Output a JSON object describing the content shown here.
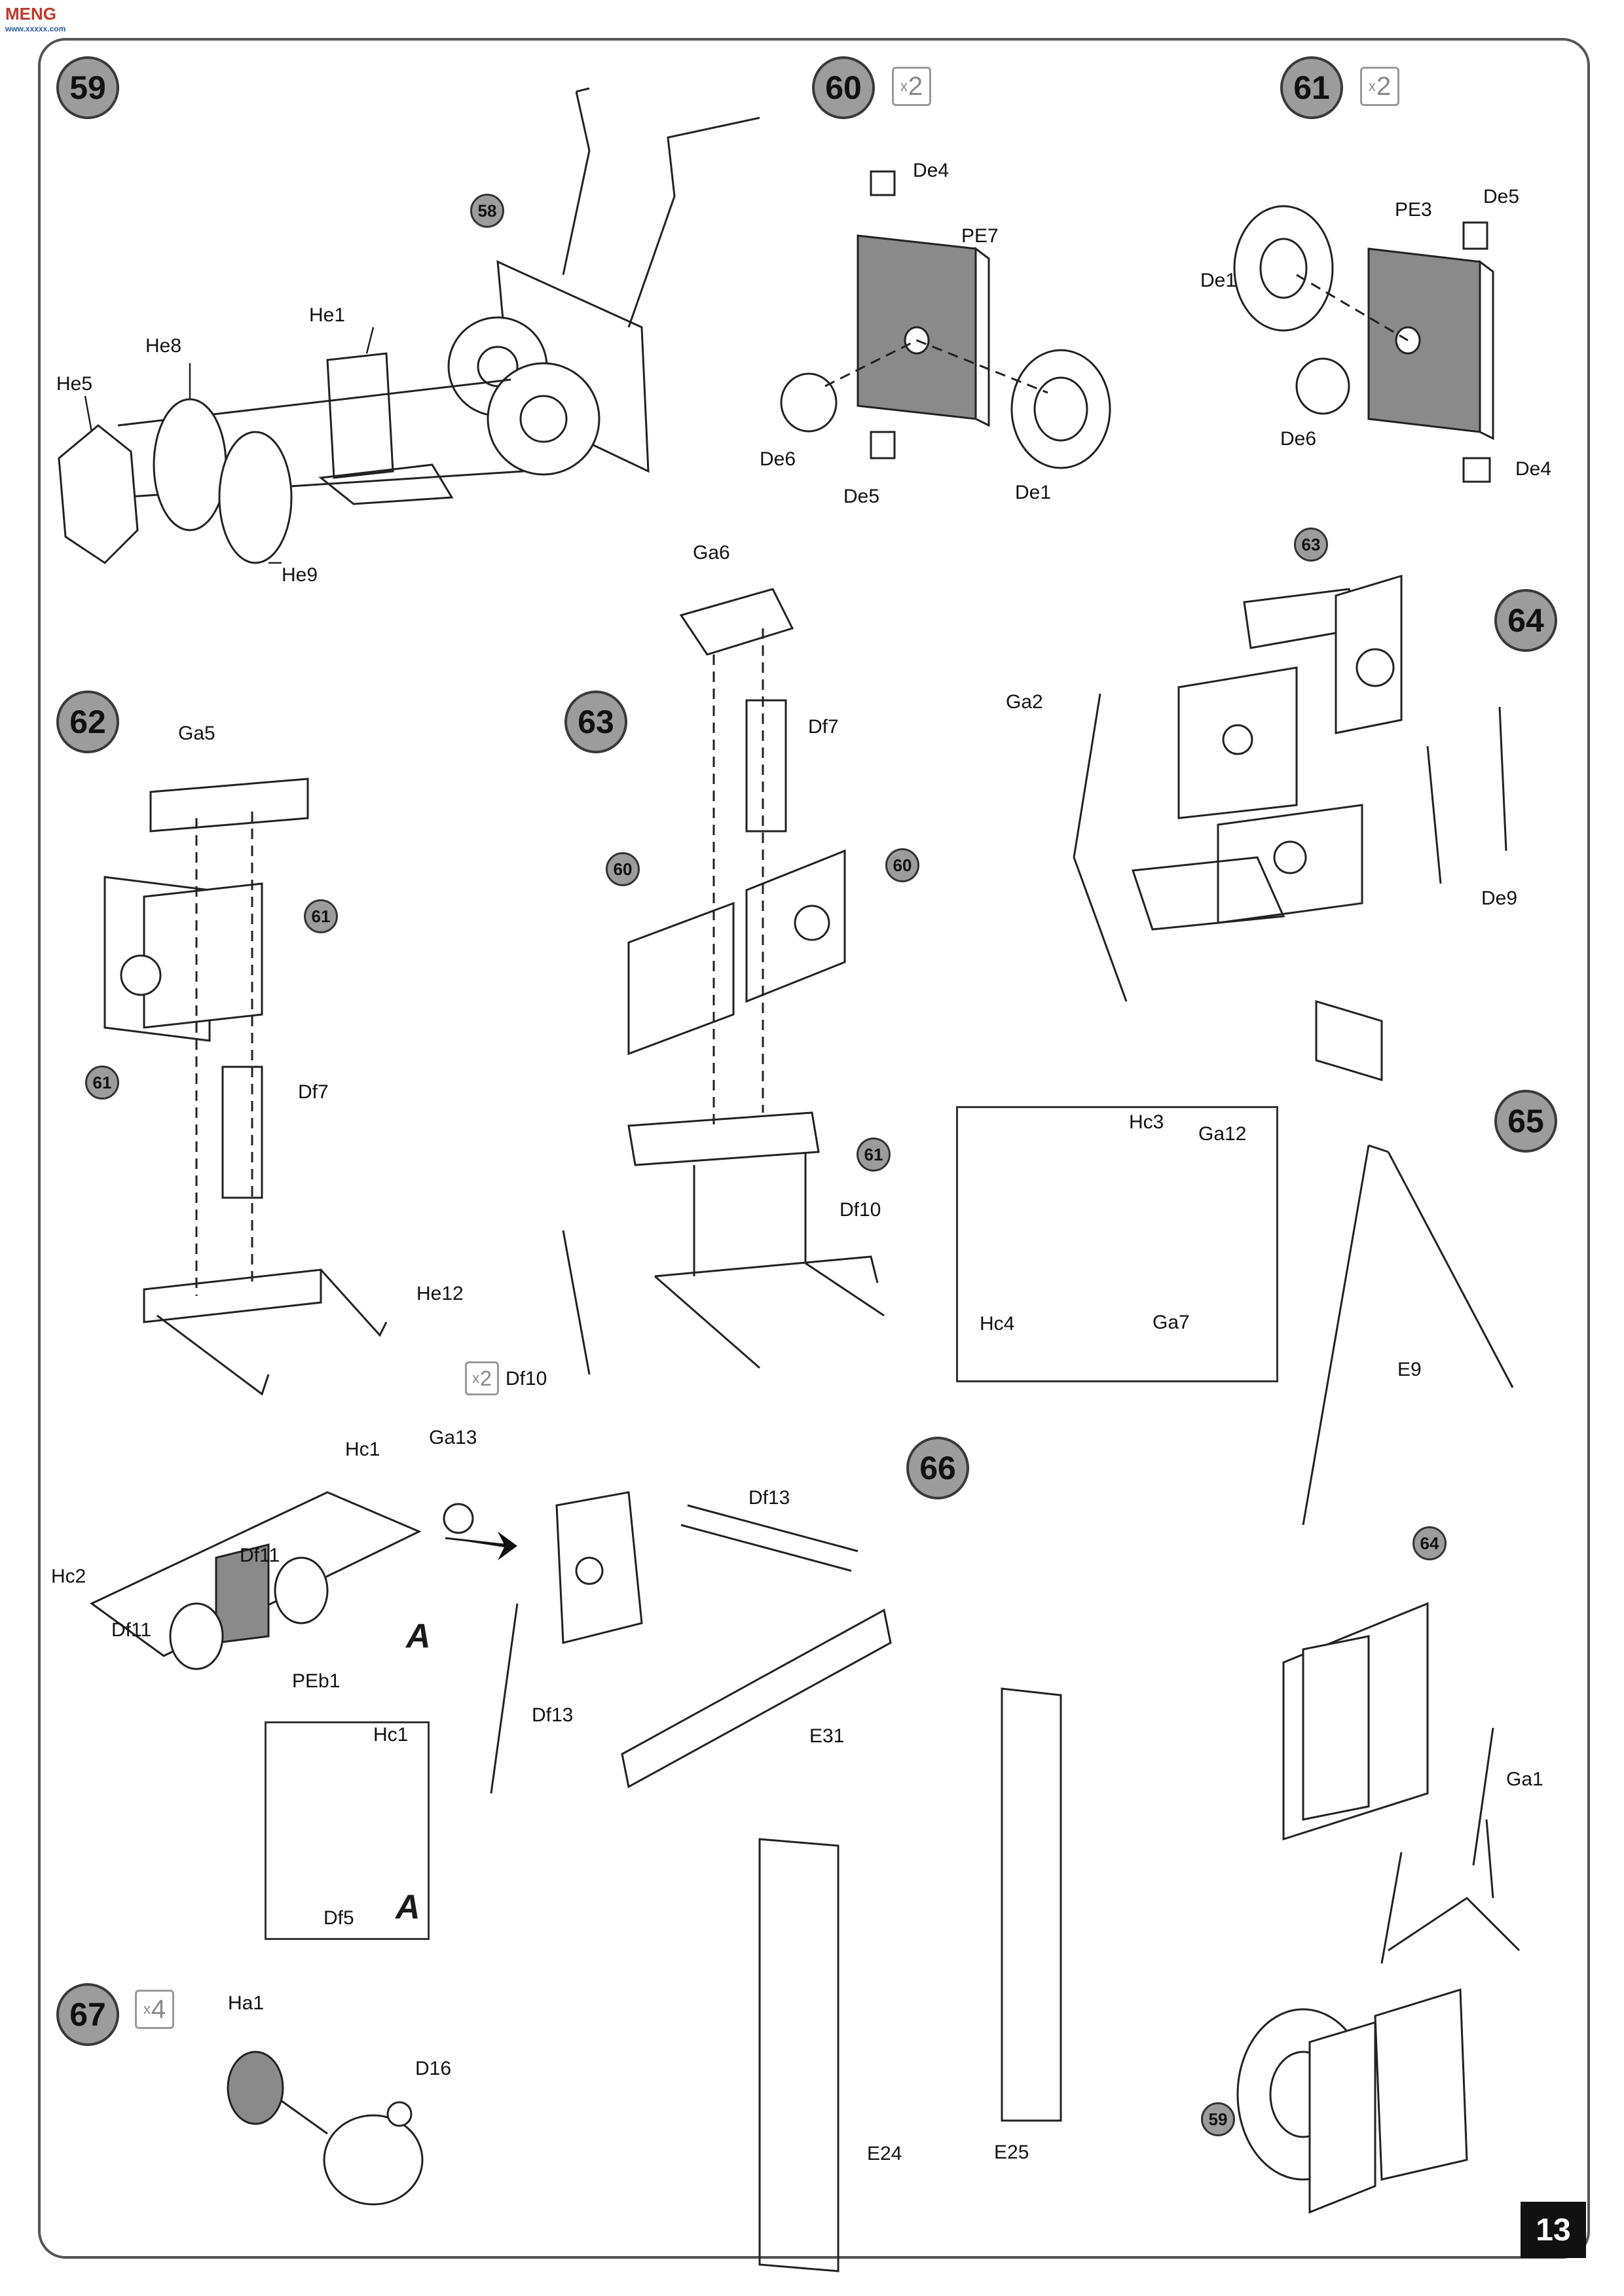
{
  "watermark": {
    "text": "MENG",
    "sub": "www.xxxxx.com"
  },
  "page_number": "13",
  "steps": [
    {
      "id": "s59",
      "number": "59"
    },
    {
      "id": "s60",
      "number": "60",
      "multiplier": "2"
    },
    {
      "id": "s61",
      "number": "61",
      "multiplier": "2"
    },
    {
      "id": "s62",
      "number": "62"
    },
    {
      "id": "s63",
      "number": "63"
    },
    {
      "id": "s64",
      "number": "64"
    },
    {
      "id": "s65",
      "number": "65"
    },
    {
      "id": "s66",
      "number": "66"
    },
    {
      "id": "s67",
      "number": "67",
      "multiplier": "4"
    }
  ],
  "references": [
    "58",
    "63",
    "61",
    "61",
    "60",
    "60",
    "61",
    "64",
    "59"
  ],
  "parts": {
    "s59": [
      "He1",
      "He8",
      "He5",
      "He9"
    ],
    "s60": [
      "De4",
      "PE7",
      "De6",
      "De5",
      "De1"
    ],
    "s61": [
      "PE3",
      "De5",
      "De1",
      "De6",
      "De4"
    ],
    "s62": [
      "Ga5",
      "Df7",
      "He12"
    ],
    "s63": [
      "Ga6",
      "Df7",
      "Df10",
      "Df10"
    ],
    "s64": [
      "Ga2",
      "De9"
    ],
    "s65": [
      "Hc3",
      "Ga12",
      "Hc4",
      "Ga7",
      "E9",
      "Ga1"
    ],
    "s66": [
      "Hc1",
      "Ga13",
      "Hc2",
      "Df11",
      "Df11",
      "PEb1",
      "Hc1",
      "Df5",
      "Df13",
      "Df13",
      "E31",
      "E24",
      "E25"
    ],
    "s67": [
      "Ha1",
      "D16"
    ]
  },
  "x2_label": "2",
  "detail_letter": "A"
}
